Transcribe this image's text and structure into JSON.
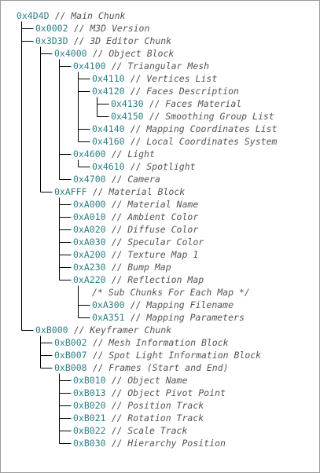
{
  "diagram": {
    "colors": {
      "hex": "#2f7f86",
      "text": "#555555",
      "lines": "#000000",
      "border": "#9a9a9a"
    },
    "nodes": [
      {
        "hex": "0x4D4D",
        "desc": "Main Chunk",
        "depth": 0
      },
      {
        "hex": "0x0002",
        "desc": "M3D Version",
        "depth": 1
      },
      {
        "hex": "0x3D3D",
        "desc": "3D Editor Chunk",
        "depth": 1
      },
      {
        "hex": "0x4000",
        "desc": "Object Block",
        "depth": 2
      },
      {
        "hex": "0x4100",
        "desc": "Triangular Mesh",
        "depth": 3
      },
      {
        "hex": "0x4110",
        "desc": "Vertices List",
        "depth": 4
      },
      {
        "hex": "0x4120",
        "desc": "Faces Description",
        "depth": 4
      },
      {
        "hex": "0x4130",
        "desc": "Faces Material",
        "depth": 5
      },
      {
        "hex": "0x4150",
        "desc": "Smoothing Group List",
        "depth": 5
      },
      {
        "hex": "0x4140",
        "desc": "Mapping Coordinates List",
        "depth": 4
      },
      {
        "hex": "0x4160",
        "desc": "Local Coordinates System",
        "depth": 4
      },
      {
        "hex": "0x4600",
        "desc": "Light",
        "depth": 3
      },
      {
        "hex": "0x4610",
        "desc": "Spotlight",
        "depth": 4
      },
      {
        "hex": "0x4700",
        "desc": "Camera",
        "depth": 3
      },
      {
        "hex": "0xAFFF",
        "desc": "Material Block",
        "depth": 2
      },
      {
        "hex": "0xA000",
        "desc": "Material Name",
        "depth": 3
      },
      {
        "hex": "0xA010",
        "desc": "Ambient Color",
        "depth": 3
      },
      {
        "hex": "0xA020",
        "desc": "Diffuse Color",
        "depth": 3
      },
      {
        "hex": "0xA030",
        "desc": "Specular Color",
        "depth": 3
      },
      {
        "hex": "0xA200",
        "desc": "Texture Map 1",
        "depth": 3
      },
      {
        "hex": "0xA230",
        "desc": "Bump Map",
        "depth": 3
      },
      {
        "hex": "0xA220",
        "desc": "Reflection Map",
        "depth": 3
      },
      {
        "note": "/* Sub Chunks For Each Map */",
        "depth": 4
      },
      {
        "hex": "0xA300",
        "desc": "Mapping Filename",
        "depth": 4
      },
      {
        "hex": "0xA351",
        "desc": "Mapping Parameters",
        "depth": 4
      },
      {
        "hex": "0xB000",
        "desc": "Keyframer Chunk",
        "depth": 1
      },
      {
        "hex": "0xB002",
        "desc": "Mesh Information Block",
        "depth": 2
      },
      {
        "hex": "0xB007",
        "desc": "Spot Light Information Block",
        "depth": 2
      },
      {
        "hex": "0xB008",
        "desc": "Frames (Start and End)",
        "depth": 2
      },
      {
        "hex": "0xB010",
        "desc": "Object Name",
        "depth": 3
      },
      {
        "hex": "0xB013",
        "desc": "Object Pivot Point",
        "depth": 3
      },
      {
        "hex": "0xB020",
        "desc": "Position Track",
        "depth": 3
      },
      {
        "hex": "0xB021",
        "desc": "Rotation Track",
        "depth": 3
      },
      {
        "hex": "0xB022",
        "desc": "Scale Track",
        "depth": 3
      },
      {
        "hex": "0xB030",
        "desc": "Hierarchy Position",
        "depth": 3
      }
    ]
  }
}
